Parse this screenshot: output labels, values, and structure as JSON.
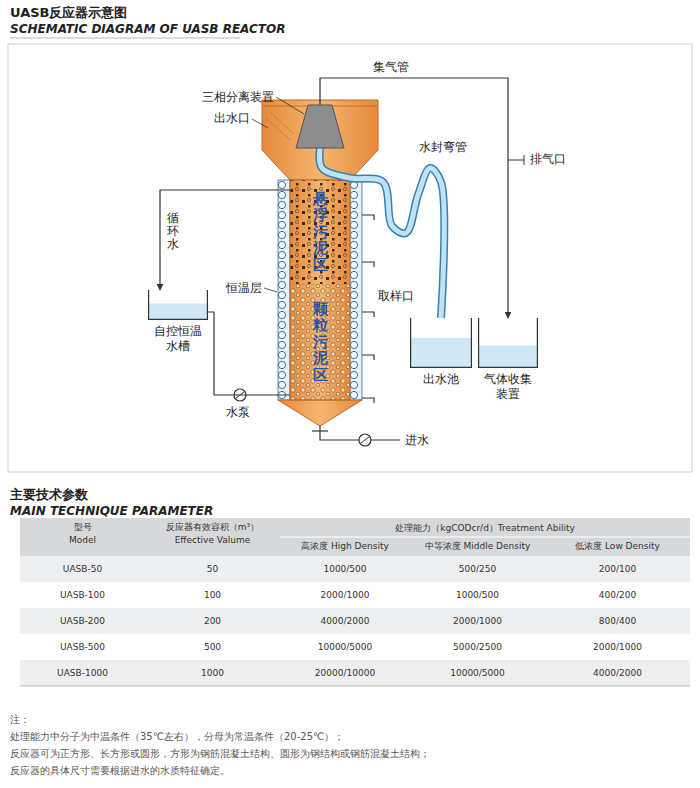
{
  "diagram": {
    "title": "UASB反应器示意图",
    "nodes": [
      {
        "text": [
          "三相分离装置"
        ]
      },
      {
        "text": [
          "悬浮污泥区"
        ]
      },
      {
        "text": [
          "颗粒污泥区"
        ]
      },
      {
        "text": [
          "自控恒温水槽"
        ]
      },
      {
        "text": [
          "出水池"
        ]
      },
      {
        "text": [
          "气体收集装置"
        ]
      }
    ],
    "edges": [
      {
        "from": 0,
        "to": 4,
        "arrow": "none",
        "label": "水封弯管"
      },
      {
        "from": 0,
        "to": 5,
        "arrow": "to",
        "label": "集气管"
      },
      {
        "from": 3,
        "to": 2,
        "arrow": "none"
      },
      {
        "from": 1,
        "to": 3,
        "arrow": "to",
        "label": "循环水"
      }
    ],
    "labels": [
      "SCHEMATIC DIAGRAM OF UASB REACTOR",
      "出水口",
      "排气口",
      "恒温层",
      "取样口",
      "水泵",
      "进水",
      "主要技术参数",
      "MAIN TECHNIQUE PARAMETER",
      "型号",
      "Model",
      "反应器有效容积（m³）",
      "Effective Valume",
      "处理能力（kgCODcr/d）Treatment Ability",
      "高浓度 High Density",
      "中等浓度 Middle Density",
      "低浓度 Low Density",
      "UASB-50",
      "50",
      "1000/500",
      "500/250",
      "200/100",
      "UASB-100",
      "100",
      "2000/1000",
      "1000/500",
      "400/200",
      "UASB-200",
      "200",
      "4000/2000",
      "2000/1000",
      "800/400",
      "UASB-500",
      "500",
      "10000/5000",
      "5000/2500",
      "2000/1000",
      "UASB-1000",
      "1000",
      "20000/10000",
      "10000/5000",
      "4000/2000",
      "注：",
      "处理能力中分子为中温条件（35℃左右），分母为常温条件（20-25℃）；",
      "反应器可为正方形、长方形或圆形，方形为钢筋混凝土结构、圆形为钢结构或钢筋混凝土结构；",
      "反应器的具体尺寸需要根据进水的水质特征确定。"
    ]
  }
}
